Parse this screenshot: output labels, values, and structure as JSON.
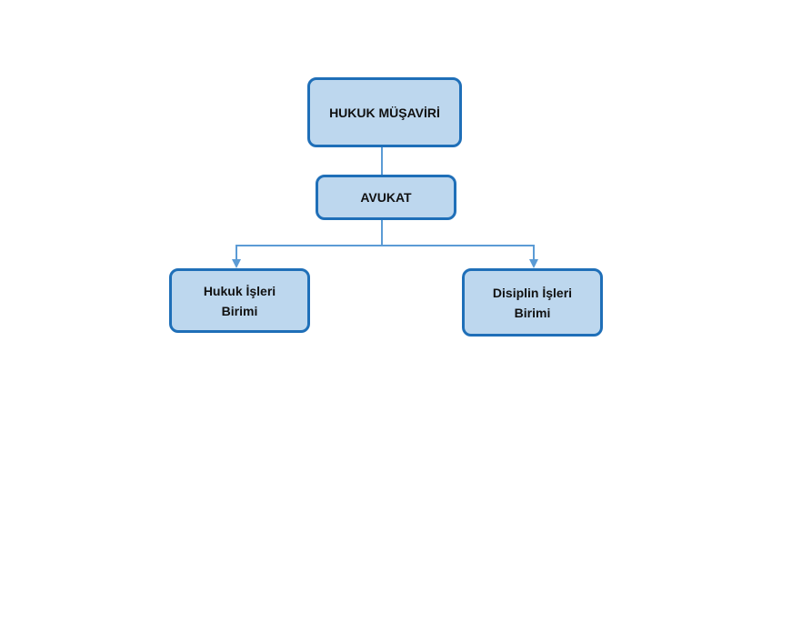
{
  "nodes": {
    "hukuk_musaviri": "HUKUK MÜŞAVİRİ",
    "avukat": "AVUKAT",
    "hukuk_isleri": "Hukuk İşleri Birimi",
    "disiplin_isleri": "Disiplin İşleri Birimi"
  },
  "colors": {
    "node_fill": "#bdd7ee",
    "node_border": "#1f6fb8",
    "connector": "#5b9bd5"
  }
}
